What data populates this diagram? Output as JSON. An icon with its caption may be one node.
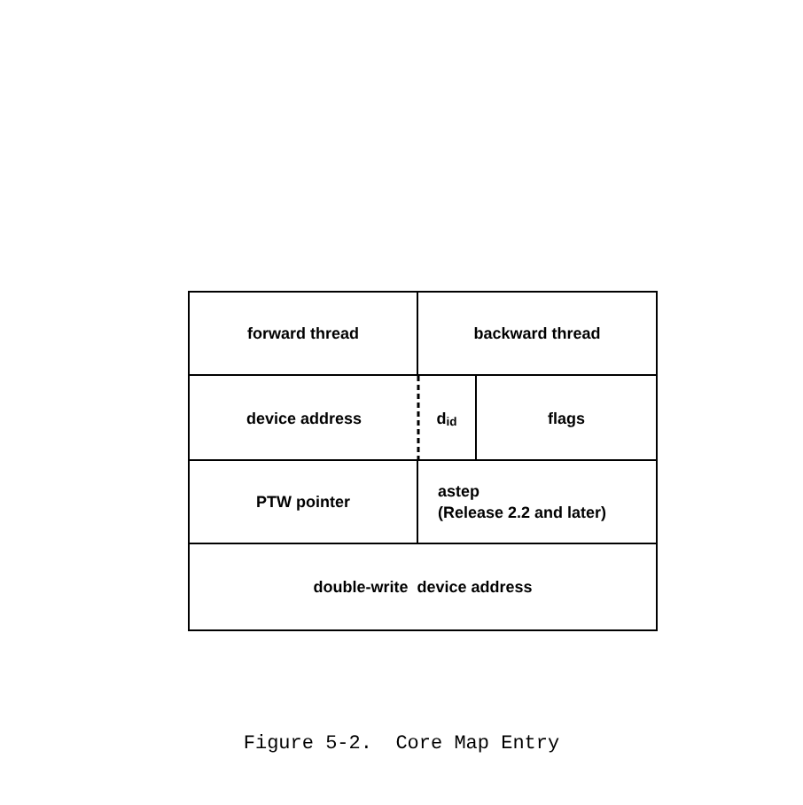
{
  "diagram": {
    "caption": "Figure 5-2.  Core Map Entry",
    "nodes": [
      {
        "text": [
          "forward thread"
        ]
      },
      {
        "text": [
          "backward thread"
        ]
      },
      {
        "text": [
          "device address"
        ]
      },
      {
        "text": [
          "d$_{i}$$_{d}$"
        ]
      },
      {
        "text": [
          "flags"
        ]
      },
      {
        "text": [
          "PTW pointer"
        ]
      },
      {
        "text": [
          "astep",
          "(Release 2.2 and later)"
        ]
      },
      {
        "text": [
          "double-write  device address"
        ]
      }
    ]
  }
}
